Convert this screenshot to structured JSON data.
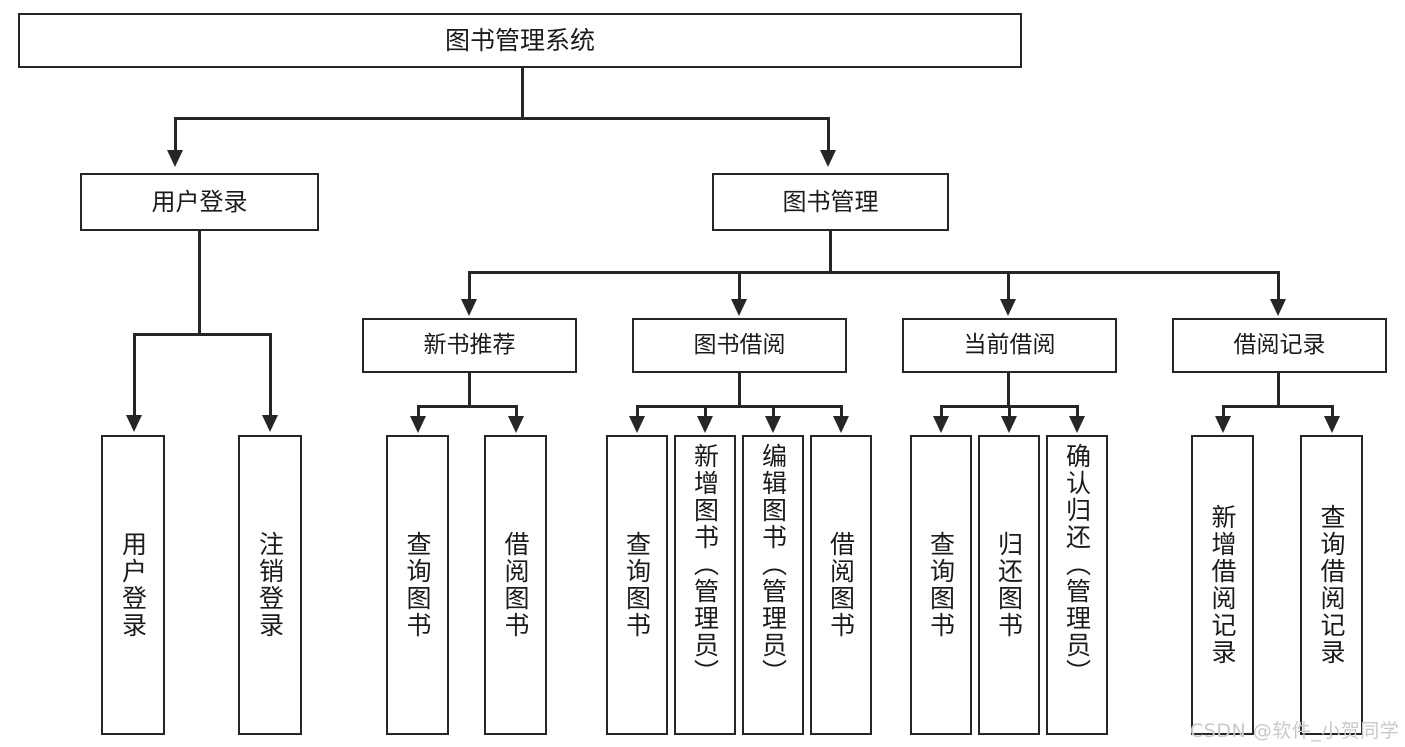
{
  "diagram": {
    "type": "tree-hierarchy",
    "title": "图书管理系统",
    "root": {
      "label": "图书管理系统"
    },
    "tier2": [
      {
        "id": "user-login",
        "label": "用户登录"
      },
      {
        "id": "book-management",
        "label": "图书管理"
      }
    ],
    "tier3": [
      {
        "id": "new-book-recommend",
        "label": "新书推荐"
      },
      {
        "id": "book-borrow",
        "label": "图书借阅"
      },
      {
        "id": "current-borrow",
        "label": "当前借阅"
      },
      {
        "id": "borrow-record",
        "label": "借阅记录"
      }
    ],
    "leaves": {
      "user_login": [
        {
          "id": "leaf-user-login",
          "label": "用户登录"
        },
        {
          "id": "leaf-logout-login",
          "label": "注销登录"
        }
      ],
      "new_book_recommend": [
        {
          "id": "leaf-query-book-1",
          "label": "查询图书"
        },
        {
          "id": "leaf-borrow-book-1",
          "label": "借阅图书"
        }
      ],
      "book_borrow": [
        {
          "id": "leaf-query-book-2",
          "label": "查询图书"
        },
        {
          "id": "leaf-add-book",
          "label": "新增图书（管理员）"
        },
        {
          "id": "leaf-edit-book",
          "label": "编辑图书（管理员）"
        },
        {
          "id": "leaf-borrow-book-2",
          "label": "借阅图书"
        }
      ],
      "current_borrow": [
        {
          "id": "leaf-query-book-3",
          "label": "查询图书"
        },
        {
          "id": "leaf-return-book",
          "label": "归还图书"
        },
        {
          "id": "leaf-confirm-return",
          "label": "确认归还（管理员）"
        }
      ],
      "borrow_record": [
        {
          "id": "leaf-add-record",
          "label": "新增借阅记录"
        },
        {
          "id": "leaf-query-record",
          "label": "查询借阅记录"
        }
      ]
    }
  },
  "watermark": {
    "text": "CSDN @软件_小贺同学"
  },
  "colors": {
    "stroke": "#262626",
    "background": "#ffffff",
    "text": "#1b1b1b",
    "watermark": "#c9c9c9"
  }
}
